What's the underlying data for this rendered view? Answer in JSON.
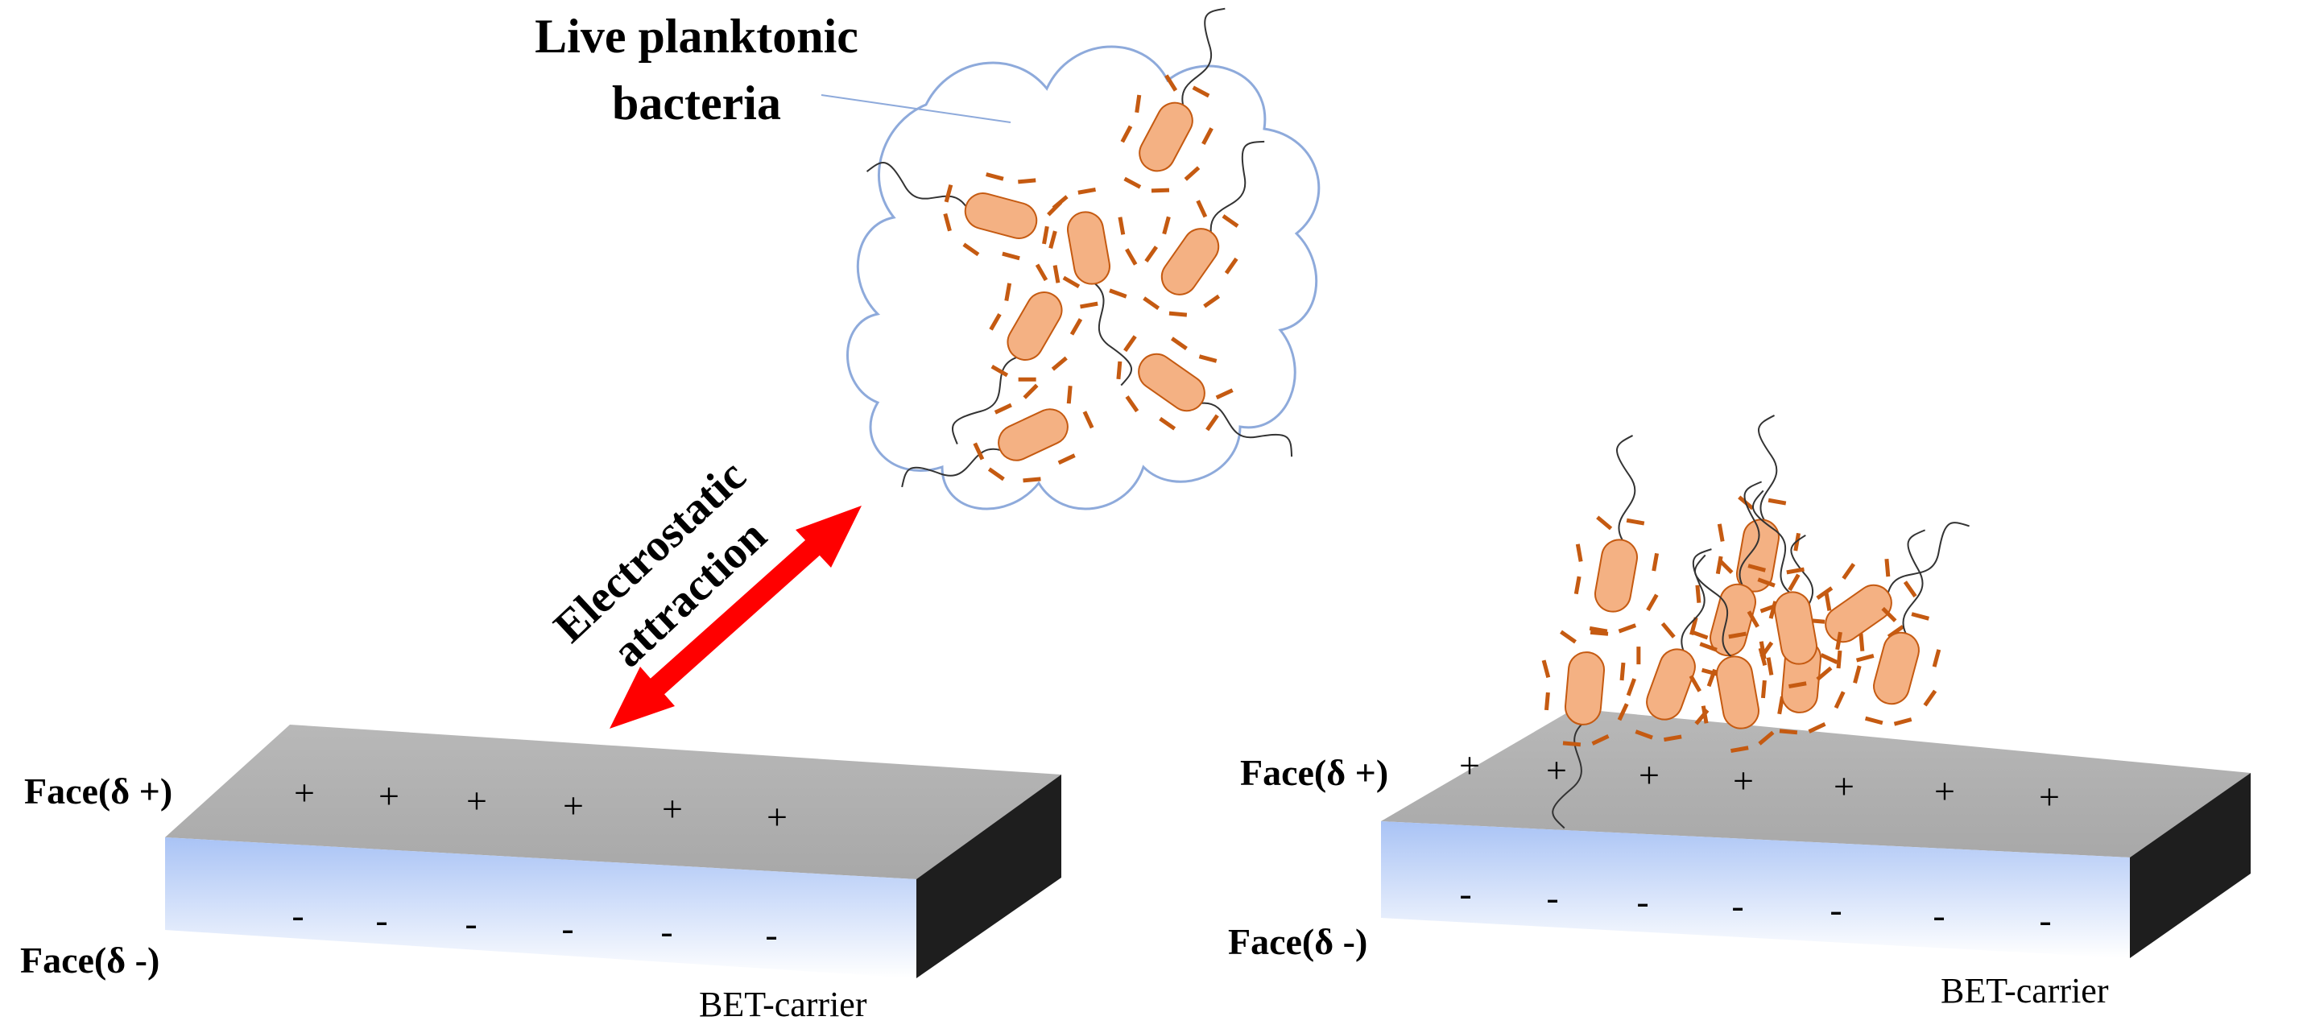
{
  "cloud": {
    "label_line1": "Live planktonic",
    "label_line2": "bacteria"
  },
  "arrow": {
    "label_line1": "Electrostatic",
    "label_line2": "attraction",
    "color": "#ff0000"
  },
  "left_carrier": {
    "face_positive": "Face(δ +)",
    "face_negative": "Face(δ -)",
    "name": "BET-carrier",
    "plus_symbol": "+",
    "minus_symbol": "-"
  },
  "right_carrier": {
    "face_positive": "Face(δ +)",
    "face_negative": "Face(δ -)",
    "name": "BET-carrier",
    "plus_symbol": "+",
    "minus_symbol": "-"
  },
  "colors": {
    "bacteria_fill": "#f4b183",
    "bacteria_stroke": "#c55a11",
    "charge_marks": "#c55a11",
    "cloud_stroke": "#8eaadb",
    "carrier_top": "#b0b0b0",
    "carrier_side_dark": "#1e1e1e",
    "carrier_front_light": "#dbe7fb"
  }
}
